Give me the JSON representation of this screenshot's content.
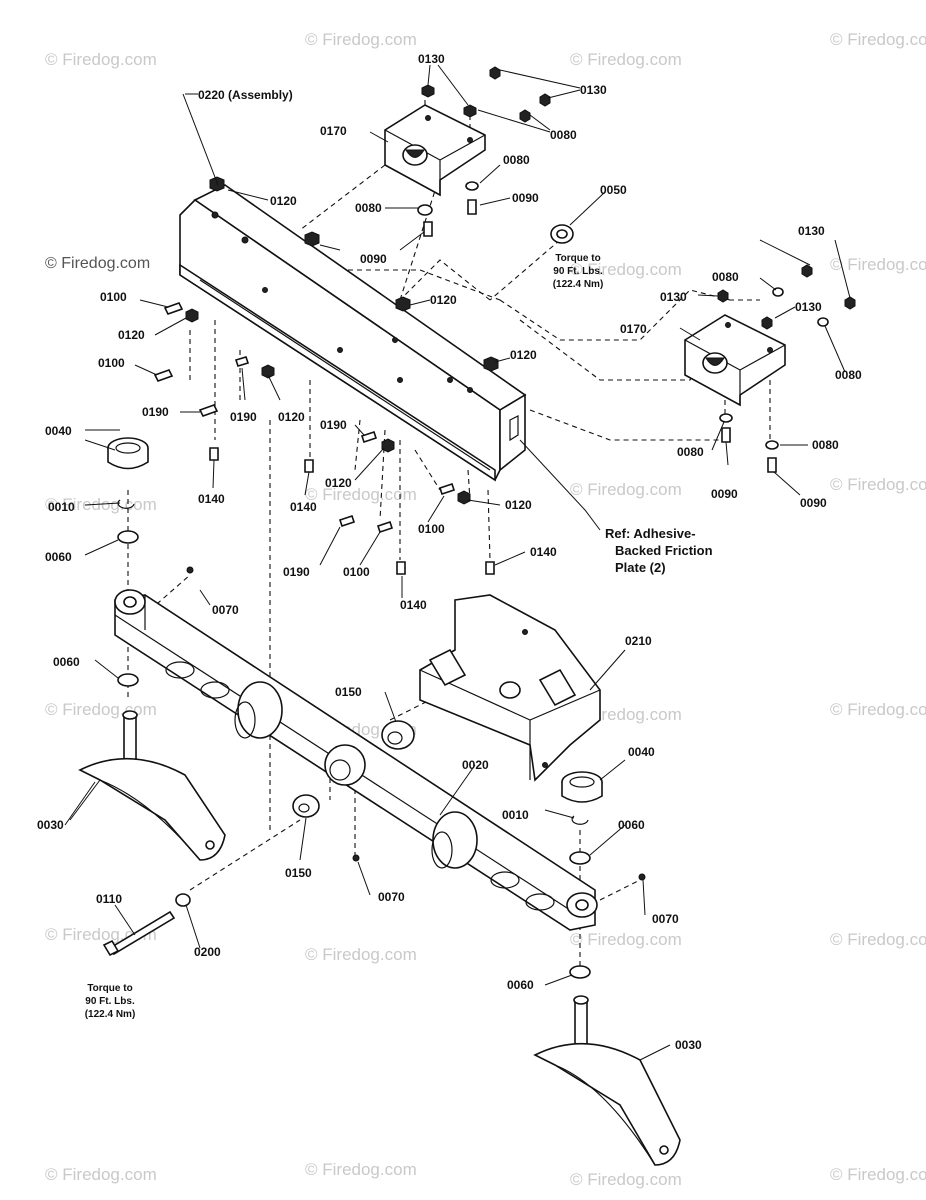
{
  "watermark": "© Firedog.com",
  "labels": {
    "p0010a": "0010",
    "p0010b": "0010",
    "p0020": "0020",
    "p0030a": "0030",
    "p0030b": "0030",
    "p0040a": "0040",
    "p0040b": "0040",
    "p0050": "0050",
    "p0060a": "0060",
    "p0060b": "0060",
    "p0060c": "0060",
    "p0060d": "0060",
    "p0070a": "0070",
    "p0070b": "0070",
    "p0070c": "0070",
    "p0080a": "0080",
    "p0080b": "0080",
    "p0080c": "0080",
    "p0080d": "0080",
    "p0080e": "0080",
    "p0080f": "0080",
    "p0080g": "0080",
    "p0090a": "0090",
    "p0090b": "0090",
    "p0090c": "0090",
    "p0090d": "0090",
    "p0100a": "0100",
    "p0100b": "0100",
    "p0100c": "0100",
    "p0100d": "0100",
    "p0110": "0110",
    "p0120a": "0120",
    "p0120b": "0120",
    "p0120c": "0120",
    "p0120d": "0120",
    "p0120e": "0120",
    "p0120f": "0120",
    "p0120g": "0120",
    "p0130a": "0130",
    "p0130b": "0130",
    "p0130c": "0130",
    "p0130d": "0130",
    "p0130e": "0130",
    "p0140a": "0140",
    "p0140b": "0140",
    "p0140c": "0140",
    "p0140d": "0140",
    "p0150a": "0150",
    "p0150b": "0150",
    "p0170a": "0170",
    "p0170b": "0170",
    "p0190a": "0190",
    "p0190b": "0190",
    "p0190c": "0190",
    "p0190d": "0190",
    "p0200": "0200",
    "p0210": "0210",
    "p0220": "0220 (Assembly)"
  },
  "notes": {
    "torque_top": [
      "Torque to",
      "90 Ft. Lbs.",
      "(122.4 Nm)"
    ],
    "torque_bottom": [
      "Torque to",
      "90 Ft. Lbs.",
      "(122.4 Nm)"
    ],
    "ref": [
      "Ref: Adhesive-",
      "Backed Friction",
      "Plate (2)"
    ]
  }
}
